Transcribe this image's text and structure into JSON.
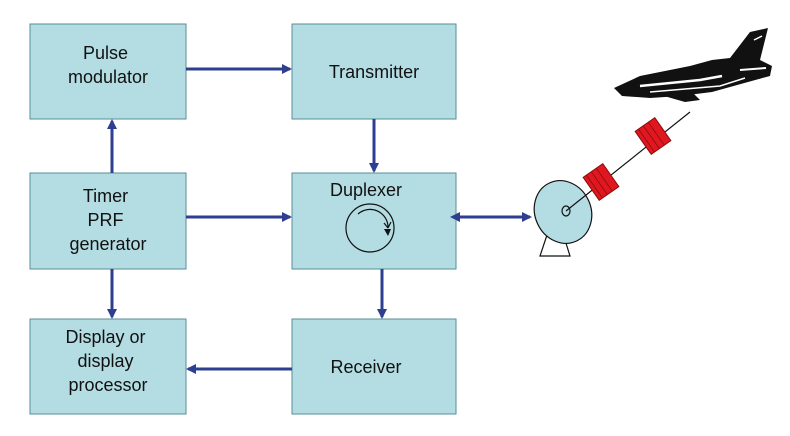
{
  "blocks": {
    "pulse_modulator": [
      "Pulse",
      "modulator"
    ],
    "transmitter": [
      "Transmitter"
    ],
    "timer": [
      "Timer",
      "PRF",
      "generator"
    ],
    "duplexer": [
      "Duplexer"
    ],
    "display": [
      "Display or",
      "display",
      "processor"
    ],
    "receiver": [
      "Receiver"
    ]
  },
  "colors": {
    "block_fill": "#b3dde3",
    "block_stroke": "#5a8f97",
    "arrow": "#2e3f8f",
    "echo_pulse": "#e0171f",
    "aircraft": "#111111"
  },
  "icons": [
    "circulator-icon",
    "radar-dish-icon",
    "aircraft-icon",
    "pulse-icon"
  ]
}
